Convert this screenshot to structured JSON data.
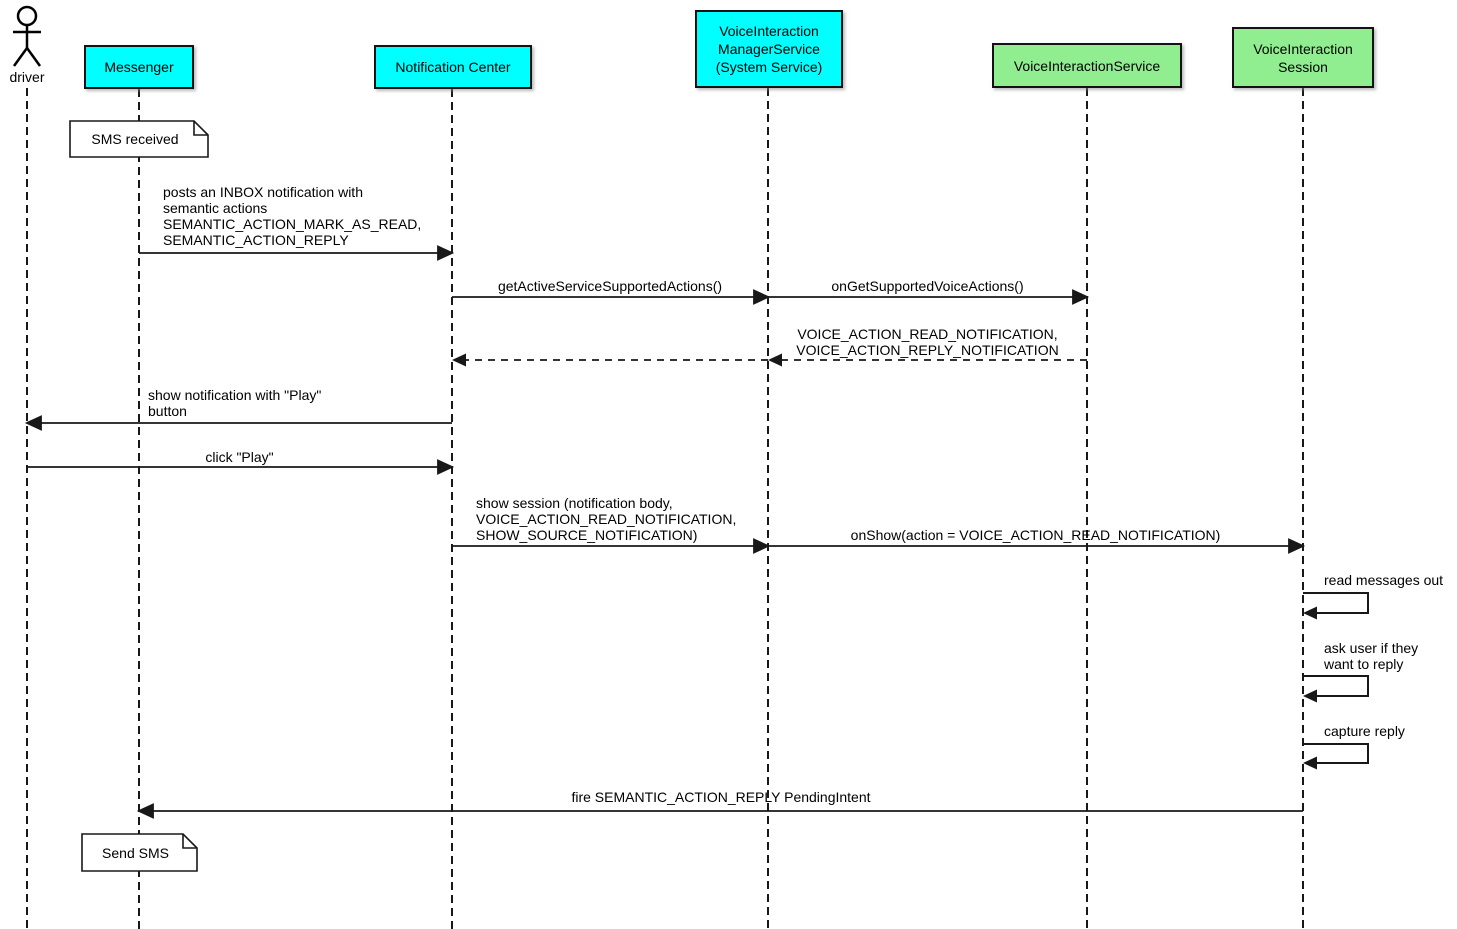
{
  "colors": {
    "participant_cyan": "#00ffff",
    "participant_green": "#90ee90",
    "line": "#181818",
    "note_background": "#ffffff"
  },
  "actor": {
    "label": "driver"
  },
  "participants": [
    {
      "id": "messenger",
      "lines": [
        "Messenger"
      ]
    },
    {
      "id": "notification-center",
      "lines": [
        "Notification Center"
      ]
    },
    {
      "id": "voice-interaction-manager-service",
      "lines": [
        "VoiceInteraction",
        "ManagerService",
        "(System Service)"
      ]
    },
    {
      "id": "voice-interaction-service",
      "lines": [
        "VoiceInteractionService"
      ]
    },
    {
      "id": "voice-interaction-session",
      "lines": [
        "VoiceInteraction",
        "Session"
      ]
    }
  ],
  "notes": [
    {
      "text": "SMS received"
    },
    {
      "text": "Send SMS"
    }
  ],
  "messages": [
    {
      "lines": [
        "posts an INBOX notification with",
        "semantic actions",
        "SEMANTIC_ACTION_MARK_AS_READ,",
        "SEMANTIC_ACTION_REPLY"
      ]
    },
    {
      "lines": [
        "getActiveServiceSupportedActions()"
      ]
    },
    {
      "lines": [
        "onGetSupportedVoiceActions()"
      ]
    },
    {
      "lines": [
        "VOICE_ACTION_READ_NOTIFICATION,",
        "VOICE_ACTION_REPLY_NOTIFICATION"
      ]
    },
    {
      "lines": [
        "show notification with \"Play\"",
        "button"
      ]
    },
    {
      "lines": [
        "click \"Play\""
      ]
    },
    {
      "lines": [
        "show session (notification body,",
        "VOICE_ACTION_READ_NOTIFICATION,",
        "SHOW_SOURCE_NOTIFICATION)"
      ]
    },
    {
      "lines": [
        "onShow(action = VOICE_ACTION_READ_NOTIFICATION)"
      ]
    },
    {
      "lines": [
        "read messages out"
      ]
    },
    {
      "lines": [
        "ask user if they",
        "want to reply"
      ]
    },
    {
      "lines": [
        "capture reply"
      ]
    },
    {
      "lines": [
        "fire SEMANTIC_ACTION_REPLY PendingIntent"
      ]
    }
  ]
}
